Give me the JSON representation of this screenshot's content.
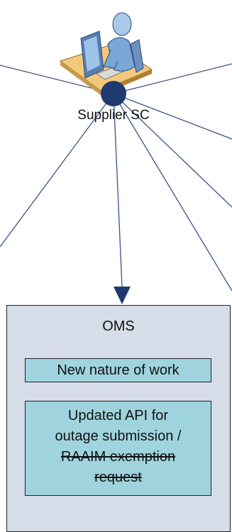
{
  "actor": {
    "label": "Supplier SC",
    "icon": "computer-user-icon"
  },
  "oms": {
    "title": "OMS",
    "items": [
      {
        "label": "New nature of work"
      },
      {
        "lines": [
          "Updated API for",
          "outage submission /",
          "RAAIM exemption",
          "request"
        ],
        "struck_lines": [
          "RAAIM exemption",
          "request"
        ]
      }
    ]
  },
  "colors": {
    "line": "#3b5487",
    "hub": "#1f3a70",
    "oms_fill": "#d6dde8",
    "item_fill": "#9fd4de",
    "desk": "#f2c97c"
  }
}
